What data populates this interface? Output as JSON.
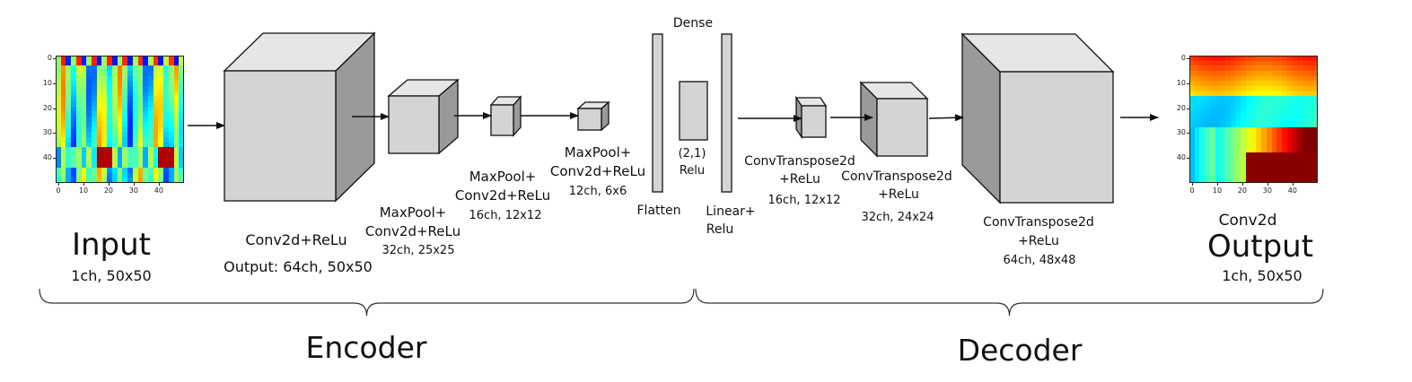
{
  "input": {
    "title": "Input",
    "shape": "1ch, 50x50",
    "y_ticks": [
      "0",
      "10",
      "20",
      "30",
      "40"
    ],
    "x_ticks": [
      "0",
      "10",
      "20",
      "30",
      "40"
    ]
  },
  "output": {
    "layer": "Conv2d",
    "title": "Output",
    "shape": "1ch, 50x50",
    "y_ticks": [
      "0",
      "10",
      "20",
      "30",
      "40"
    ],
    "x_ticks": [
      "0",
      "10",
      "20",
      "30",
      "40"
    ]
  },
  "encoder": {
    "label": "Encoder",
    "layers": [
      {
        "name": "Conv2d+ReLu",
        "shape": "Output: 64ch, 50x50"
      },
      {
        "name_line1": "MaxPool+",
        "name_line2": "Conv2d+ReLu",
        "shape": "32ch, 25x25"
      },
      {
        "name_line1": "MaxPool+",
        "name_line2": "Conv2d+ReLu",
        "shape": "16ch, 12x12"
      },
      {
        "name_line1": "MaxPool+",
        "name_line2": "Conv2d+ReLu",
        "shape": "12ch, 6x6"
      }
    ]
  },
  "dense": {
    "title": "Dense",
    "flatten": "Flatten",
    "middle_line1": "(2,1)",
    "middle_line2": "Relu",
    "linear_line1": "Linear+",
    "linear_line2": "Relu"
  },
  "decoder": {
    "label": "Decoder",
    "layers": [
      {
        "name_line1": "ConvTranspose2d",
        "name_line2": "+ReLu",
        "shape": "16ch, 12x12"
      },
      {
        "name_line1": "ConvTranspose2d",
        "name_line2": "+ReLu",
        "shape": "32ch, 24x24"
      },
      {
        "name_line1": "ConvTranspose2d",
        "name_line2": "+ReLu",
        "shape": "64ch, 48x48"
      }
    ]
  },
  "colors": {
    "cube_front": "#d4d4d4",
    "cube_top": "#e6e6e6",
    "cube_side": "#9a9a9a",
    "stroke": "#111111"
  }
}
